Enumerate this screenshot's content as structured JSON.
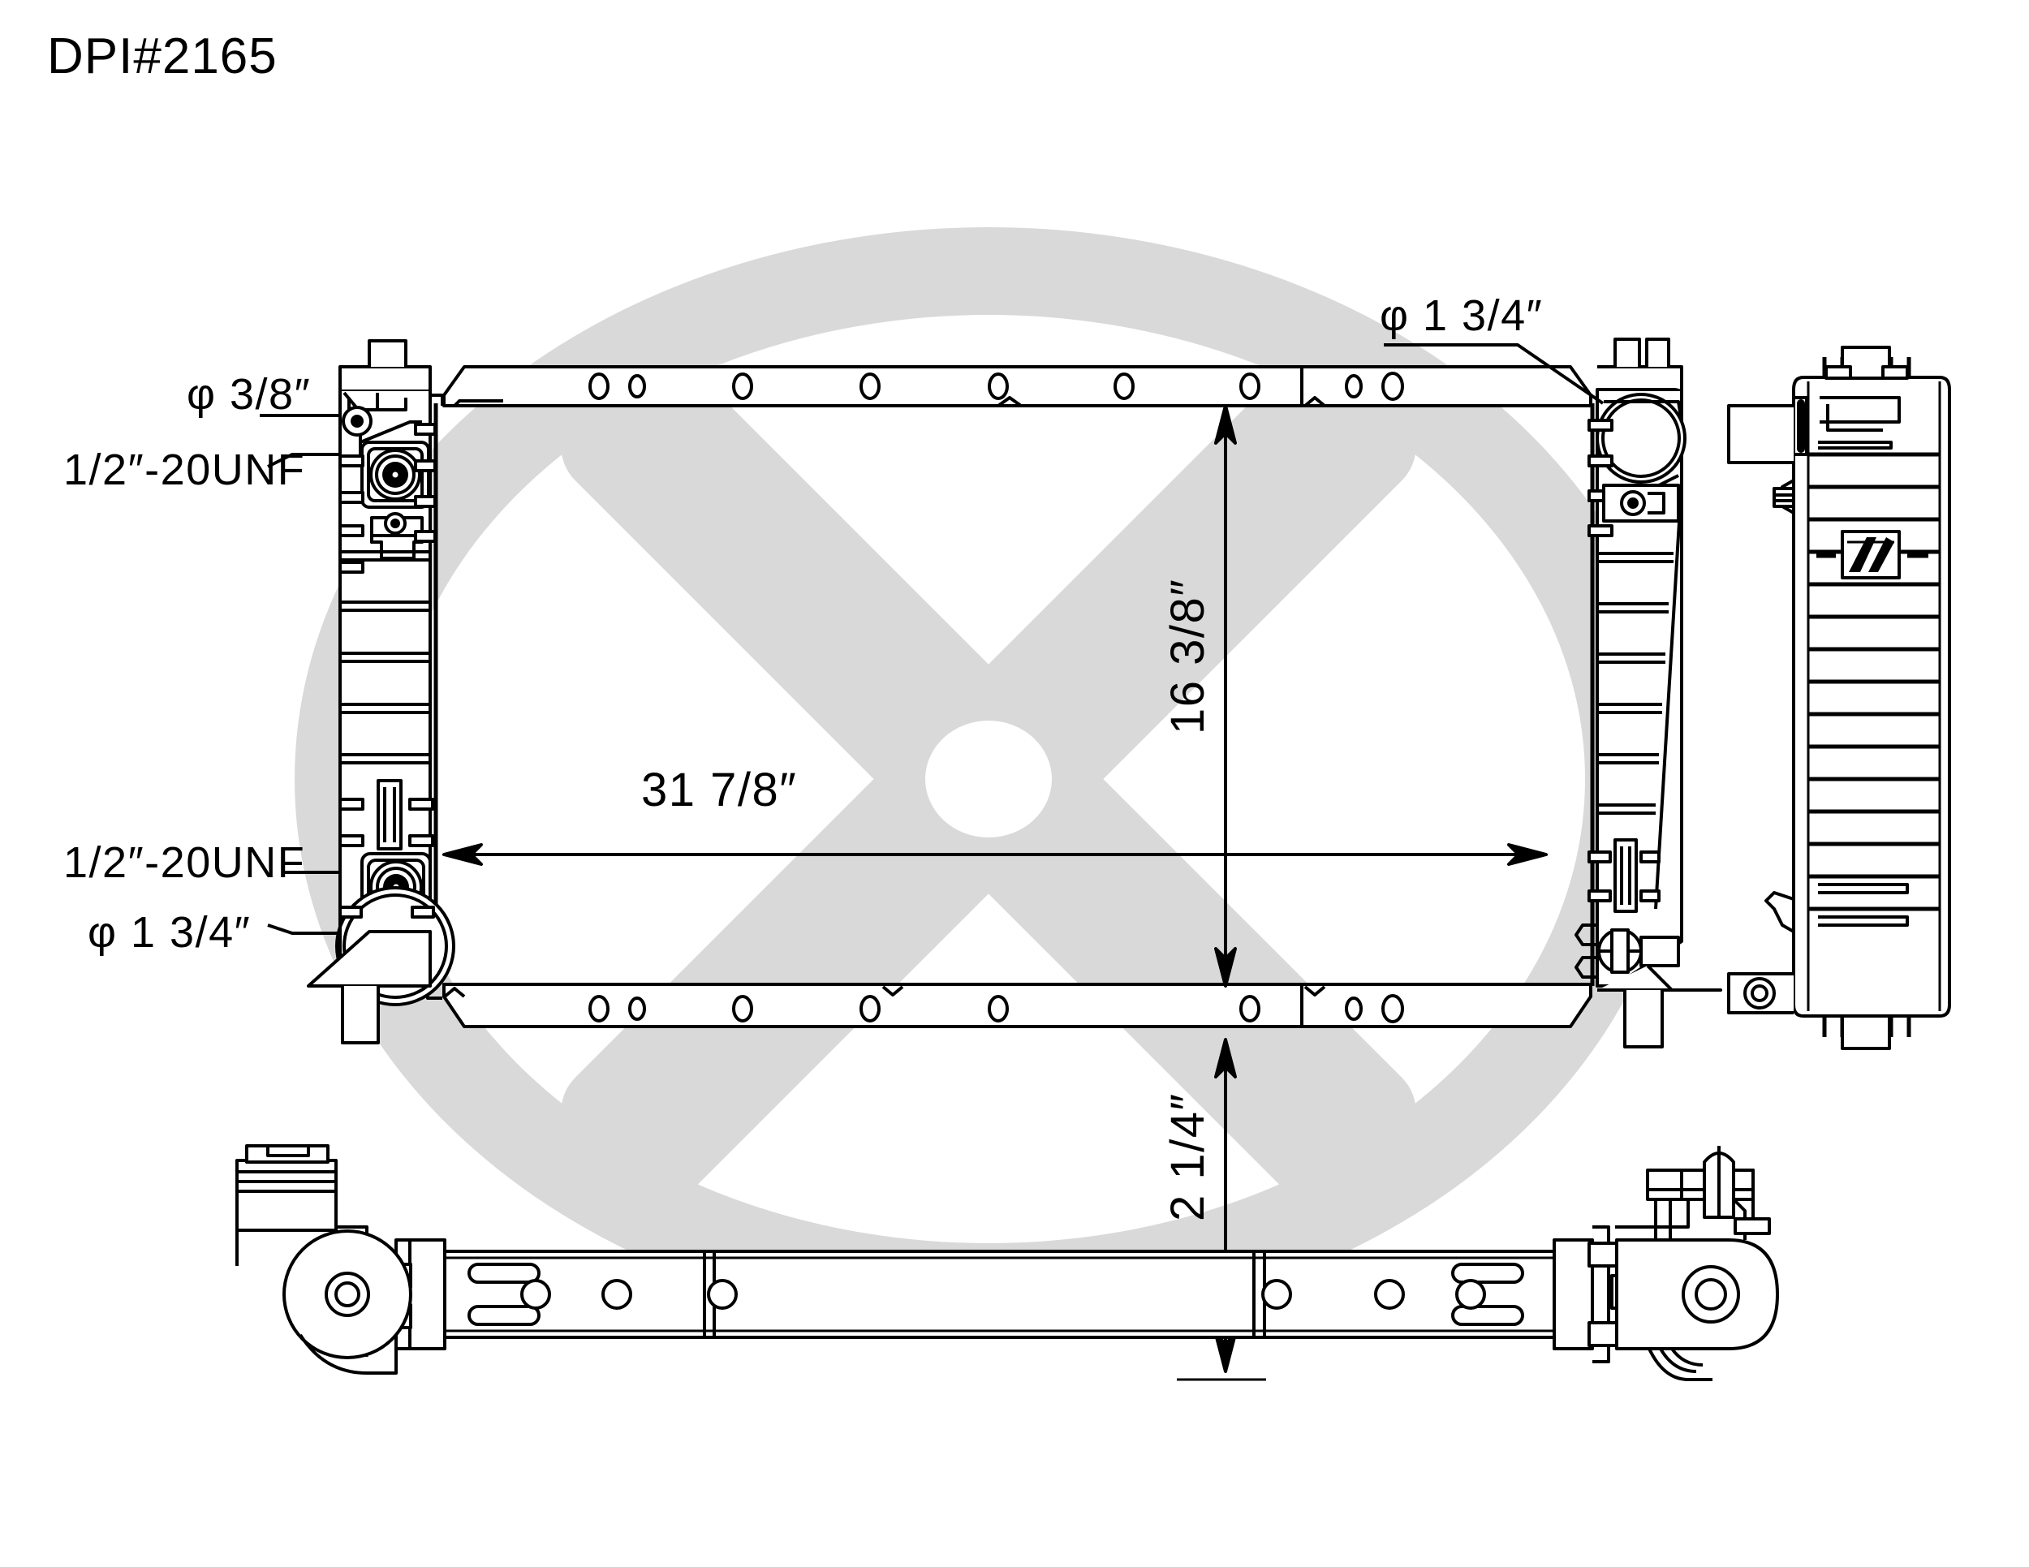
{
  "document": {
    "title": "DPI#2165",
    "background_color": "#ffffff",
    "line_color": "#000000",
    "watermark_color": "#d9d9d9"
  },
  "callouts": {
    "top_left_inlet": "φ 3/8″",
    "top_left_thread": "1/2″-20UNF",
    "bottom_left_thread": "1/2″-20UNF",
    "bottom_left_outlet": "φ 1 3/4″",
    "top_right_inlet": "φ 1 3/4″"
  },
  "dimensions": {
    "core_width": "31 7/8″",
    "core_height": "16 3/8″",
    "core_thickness": "2 1/4″"
  },
  "views": {
    "front": "front-elevation",
    "side": "side-elevation",
    "bottom": "bottom-plan"
  },
  "watermark": {
    "shape": "oval-x-logo"
  }
}
